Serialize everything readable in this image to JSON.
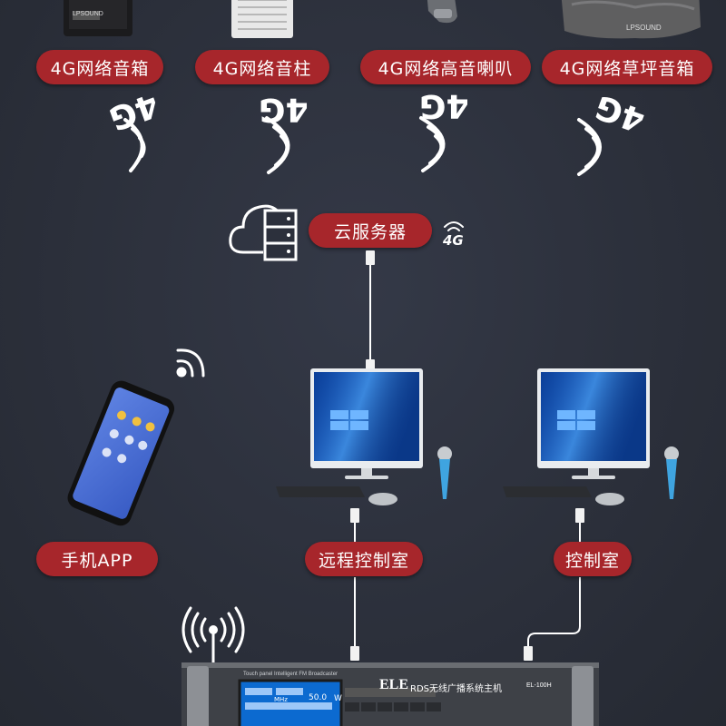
{
  "labels": {
    "speaker_box": "4G网络音箱",
    "column_speaker": "4G网络音柱",
    "horn_speaker": "4G网络高音喇叭",
    "lawn_speaker": "4G网络草坪音箱",
    "cloud_server": "云服务器",
    "phone_app": "手机APP",
    "remote_control_room": "远程控制室",
    "control_room": "控制室"
  },
  "signal": {
    "network": "4G"
  },
  "brand": {
    "speaker1": "LPSOUND",
    "speaker4": "LPSOUND"
  },
  "host": {
    "brand": "ELE",
    "model_text": "RDS无线广播系统主机",
    "model_code": "EL-100H",
    "panel_text": "Touch panel  Intelligent FM Broadcaster",
    "screen_freq": "50.0",
    "screen_unit": "W",
    "screen_mhz": "MHz"
  },
  "colors": {
    "pill": "#a7262b",
    "background": "#2c303c",
    "line": "#ffffff"
  }
}
